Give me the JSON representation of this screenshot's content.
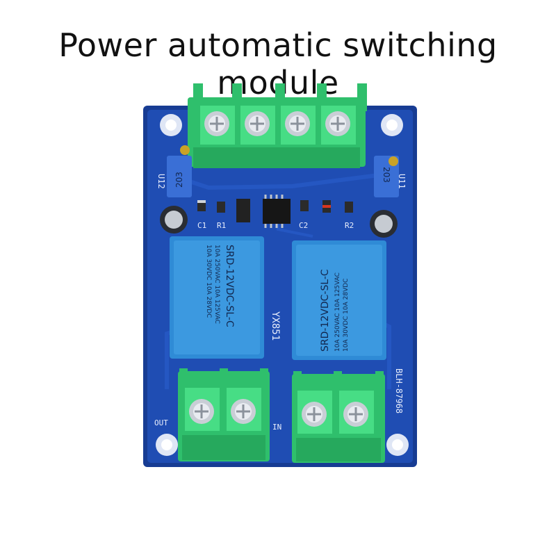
{
  "title": "Power automatic switching module",
  "colors": {
    "pcb": "#1e4bb0",
    "pcb_edge": "#173c93",
    "terminal": "#39d27b",
    "relay": "#2f8bd6",
    "potentiometer": "#3a6fd6"
  },
  "silkscreen": {
    "board_id": "YX851",
    "part_no": "BLH-87968",
    "out_label": "OUT",
    "in_label": "IN",
    "c1": "C1",
    "c2": "C2",
    "r1": "R1",
    "r2": "R2",
    "u11": "U11",
    "u12": "U12"
  },
  "relay": {
    "model": "SRD-12VDC-SL-C",
    "ratings": [
      "10A 250VAC  10A 125VAC",
      "10A 30VDC  10A 28VDC"
    ]
  },
  "potentiometer_code": "203"
}
